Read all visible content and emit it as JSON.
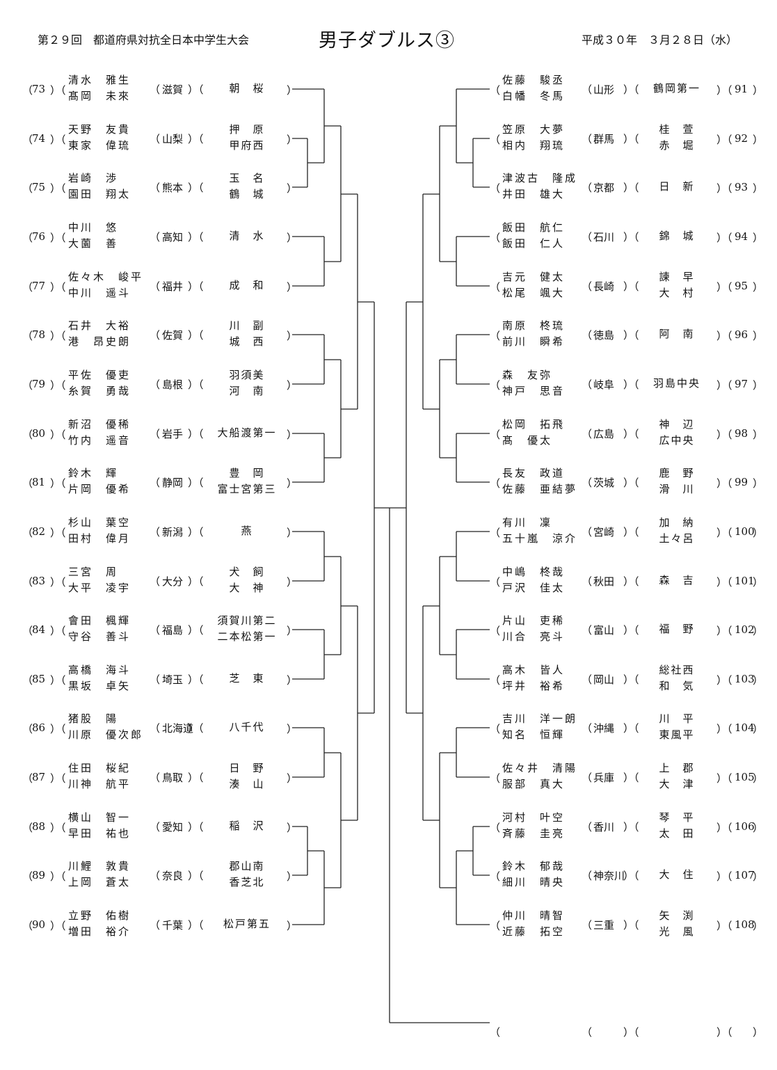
{
  "header": {
    "tournament": "第２９回　都道府県対抗全日本中学生大会",
    "title": "男子ダブルス③",
    "date": "平成３０年　３月２８日（水）"
  },
  "left_entries": [
    {
      "num": "73",
      "p1": "清水　雅生",
      "p2": "髙岡　未來",
      "pref": "滋賀",
      "s1": "朝　桜",
      "s2": ""
    },
    {
      "num": "74",
      "p1": "天野　友貴",
      "p2": "東家　偉琉",
      "pref": "山梨",
      "s1": "押　原",
      "s2": "甲府西"
    },
    {
      "num": "75",
      "p1": "岩崎　渉",
      "p2": "園田　翔太",
      "pref": "熊本",
      "s1": "玉　名",
      "s2": "鶴　城"
    },
    {
      "num": "76",
      "p1": "中川　悠",
      "p2": "大薗　善",
      "pref": "高知",
      "s1": "清　水",
      "s2": ""
    },
    {
      "num": "77",
      "p1": "佐々木　峻平",
      "p2": "中川　遥斗",
      "pref": "福井",
      "s1": "成　和",
      "s2": ""
    },
    {
      "num": "78",
      "p1": "石井　大裕",
      "p2": "港　昂史朗",
      "pref": "佐賀",
      "s1": "川　副",
      "s2": "城　西"
    },
    {
      "num": "79",
      "p1": "平佐　優吏",
      "p2": "糸賀　勇哉",
      "pref": "島根",
      "s1": "羽須美",
      "s2": "河　南"
    },
    {
      "num": "80",
      "p1": "新沼　優稀",
      "p2": "竹内　遥音",
      "pref": "岩手",
      "s1": "大船渡第一",
      "s2": ""
    },
    {
      "num": "81",
      "p1": "鈴木　輝",
      "p2": "片岡　優希",
      "pref": "静岡",
      "s1": "豊　岡",
      "s2": "富士宮第三"
    },
    {
      "num": "82",
      "p1": "杉山　葉空",
      "p2": "田村　偉月",
      "pref": "新潟",
      "s1": "燕",
      "s2": ""
    },
    {
      "num": "83",
      "p1": "三宮　周",
      "p2": "大平　凌宇",
      "pref": "大分",
      "s1": "犬　飼",
      "s2": "大　神"
    },
    {
      "num": "84",
      "p1": "會田　楓輝",
      "p2": "守谷　善斗",
      "pref": "福島",
      "s1": "須賀川第二",
      "s2": "二本松第一"
    },
    {
      "num": "85",
      "p1": "高橋　海斗",
      "p2": "黒坂　卓矢",
      "pref": "埼玉",
      "s1": "芝　東",
      "s2": ""
    },
    {
      "num": "86",
      "p1": "猪股　陽",
      "p2": "川原　優次郎",
      "pref": "北海道",
      "s1": "八千代",
      "s2": ""
    },
    {
      "num": "87",
      "p1": "住田　桜紀",
      "p2": "川神　航平",
      "pref": "鳥取",
      "s1": "日　野",
      "s2": "湊　山"
    },
    {
      "num": "88",
      "p1": "横山　智一",
      "p2": "早田　祐也",
      "pref": "愛知",
      "s1": "稲　沢",
      "s2": ""
    },
    {
      "num": "89",
      "p1": "川鯉　敦貴",
      "p2": "上岡　蒼太",
      "pref": "奈良",
      "s1": "郡山南",
      "s2": "香芝北"
    },
    {
      "num": "90",
      "p1": "立野　佑樹",
      "p2": "増田　裕介",
      "pref": "千葉",
      "s1": "松戸第五",
      "s2": ""
    }
  ],
  "right_entries": [
    {
      "num": "91",
      "p1": "佐藤　駿丞",
      "p2": "白幡　冬馬",
      "pref": "山形",
      "s1": "鶴岡第一",
      "s2": ""
    },
    {
      "num": "92",
      "p1": "笠原　大夢",
      "p2": "相内　翔琉",
      "pref": "群馬",
      "s1": "桂　萱",
      "s2": "赤　堀"
    },
    {
      "num": "93",
      "p1": "津波古　隆成",
      "p2": "井田　雄大",
      "pref": "京都",
      "s1": "日　新",
      "s2": ""
    },
    {
      "num": "94",
      "p1": "飯田　航仁",
      "p2": "飯田　仁人",
      "pref": "石川",
      "s1": "錦　城",
      "s2": ""
    },
    {
      "num": "95",
      "p1": "吉元　健太",
      "p2": "松尾　颯大",
      "pref": "長崎",
      "s1": "諫　早",
      "s2": "大　村"
    },
    {
      "num": "96",
      "p1": "南原　柊琉",
      "p2": "前川　瞬希",
      "pref": "徳島",
      "s1": "阿　南",
      "s2": ""
    },
    {
      "num": "97",
      "p1": "森　友弥",
      "p2": "神戸　思音",
      "pref": "岐阜",
      "s1": "羽島中央",
      "s2": ""
    },
    {
      "num": "98",
      "p1": "松岡　拓飛",
      "p2": "髙　優太",
      "pref": "広島",
      "s1": "神　辺",
      "s2": "広中央"
    },
    {
      "num": "99",
      "p1": "長友　政道",
      "p2": "佐藤　亜結夢",
      "pref": "茨城",
      "s1": "鹿　野",
      "s2": "滑　川"
    },
    {
      "num": "100",
      "p1": "有川　凜",
      "p2": "五十嵐　涼介",
      "pref": "宮崎",
      "s1": "加　納",
      "s2": "土々呂"
    },
    {
      "num": "101",
      "p1": "中嶋　柊哉",
      "p2": "戸沢　佳太",
      "pref": "秋田",
      "s1": "森　吉",
      "s2": ""
    },
    {
      "num": "102",
      "p1": "片山　吏稀",
      "p2": "川合　亮斗",
      "pref": "富山",
      "s1": "福　野",
      "s2": ""
    },
    {
      "num": "103",
      "p1": "高木　皆人",
      "p2": "坪井　裕希",
      "pref": "岡山",
      "s1": "総社西",
      "s2": "和　気"
    },
    {
      "num": "104",
      "p1": "吉川　洋一朗",
      "p2": "知名　恒輝",
      "pref": "沖縄",
      "s1": "川　平",
      "s2": "東風平"
    },
    {
      "num": "105",
      "p1": "佐々井　清陽",
      "p2": "服部　真大",
      "pref": "兵庫",
      "s1": "上　郡",
      "s2": "大　津"
    },
    {
      "num": "106",
      "p1": "河村　叶空",
      "p2": "斉藤　圭亮",
      "pref": "香川",
      "s1": "琴　平",
      "s2": "太　田"
    },
    {
      "num": "107",
      "p1": "鈴木　郁哉",
      "p2": "細川　晴央",
      "pref": "神奈川",
      "s1": "大　住",
      "s2": ""
    },
    {
      "num": "108",
      "p1": "仲川　晴智",
      "p2": "近藤　拓空",
      "pref": "三重",
      "s1": "矢　渕",
      "s2": "光　風"
    }
  ]
}
